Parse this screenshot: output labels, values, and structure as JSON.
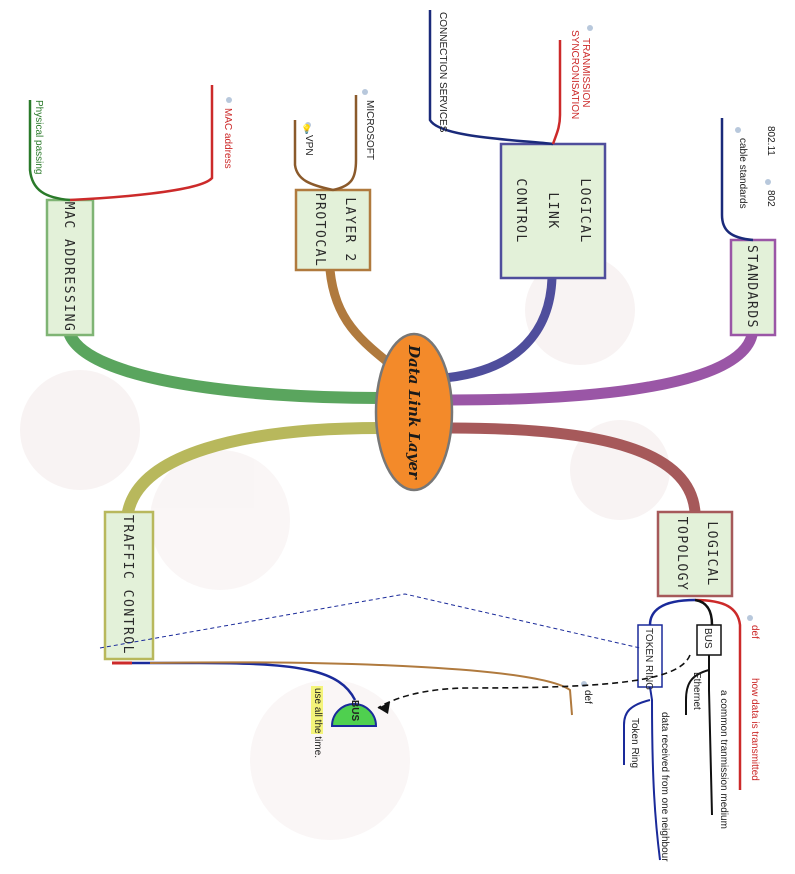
{
  "center": {
    "title": "Data Link Layer"
  },
  "nodes": {
    "mac_addressing": "MAC ADDRESSING",
    "layer2_protocol": [
      "LAYER 2",
      "PROTOCAL"
    ],
    "logical_link_control": [
      "LOGICAL",
      "LINK",
      "CONTROL"
    ],
    "standards": "STANDARDS",
    "traffic_control": "TRAFFIC CONTROL",
    "logical_topology": [
      "LOGICAL",
      "TOPOLOGY"
    ]
  },
  "leaves": {
    "physical_passing": "Physical passing",
    "mac_address": "MAC address",
    "microsoft": "MICROSOFT",
    "vpn": "VPN",
    "connection_services": "CONNECTION SERVICES",
    "transmission_sync": [
      "TRANMISSION",
      "SYNCRONISATION"
    ],
    "s802_11": "802.11",
    "s802": "802",
    "cable_standards": "cable standards",
    "def": "def",
    "how_data_transmitted": "how data is transmitted",
    "bus": "BUS",
    "common_medium": "a common tranmission medium",
    "ethernet": "Ethernet",
    "token_ring": "TOKEN RING",
    "data_received": "data received from one neighbour",
    "token_ring2": "Token Ring",
    "def2": "def",
    "bus_marker": "BUS",
    "bus_callout": "use all the time."
  },
  "colors": {
    "green": "#5aa55e",
    "brown": "#b07a3e",
    "indigo": "#4f4e9c",
    "purple": "#9a56a6",
    "olive": "#b8b85c",
    "maroon": "#a6595a",
    "red": "#cc2a2a",
    "navy": "#1a2a7a",
    "center_fill": "#f38a2a"
  }
}
